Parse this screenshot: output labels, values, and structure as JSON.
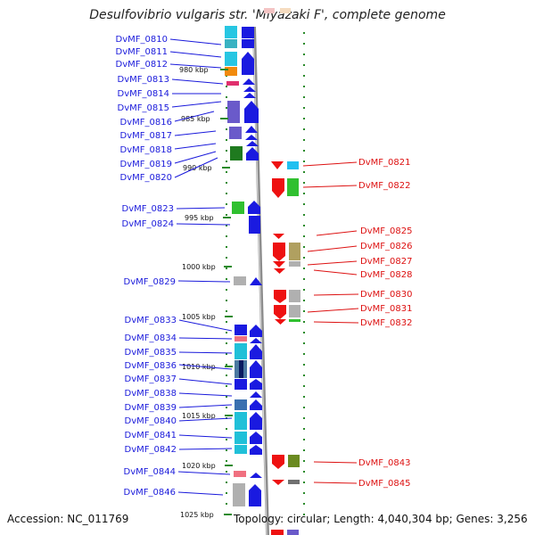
{
  "title": "Desulfovibrio vulgaris str. 'Miyazaki F', complete genome",
  "accession": "Accession: NC_011769",
  "topology": "Topology: circular; Length: 4,040,304 bp; Genes: 3,256",
  "colors": {
    "left_label": "#1a1adb",
    "right_label": "#dd1111",
    "backbone": "#9a9a9a",
    "dots": "#2a8a2a"
  },
  "scale_labels": [
    "980 kbp",
    "985 kbp",
    "990 kbp",
    "995 kbp",
    "1000 kbp",
    "1005 kbp",
    "1010 kbp",
    "1015 kbp",
    "1020 kbp",
    "1025 kbp"
  ],
  "left_genes": [
    "DvMF_0810",
    "DvMF_0811",
    "DvMF_0812",
    "DvMF_0813",
    "DvMF_0814",
    "DvMF_0815",
    "DvMF_0816",
    "DvMF_0817",
    "DvMF_0818",
    "DvMF_0819",
    "DvMF_0820",
    "DvMF_0823",
    "DvMF_0824",
    "DvMF_0829",
    "DvMF_0833",
    "DvMF_0834",
    "DvMF_0835",
    "DvMF_0836",
    "DvMF_0837",
    "DvMF_0838",
    "DvMF_0839",
    "DvMF_0840",
    "DvMF_0841",
    "DvMF_0842",
    "DvMF_0844",
    "DvMF_0846"
  ],
  "right_genes": [
    "DvMF_0821",
    "DvMF_0822",
    "DvMF_0825",
    "DvMF_0826",
    "DvMF_0827",
    "DvMF_0828",
    "DvMF_0830",
    "DvMF_0831",
    "DvMF_0832",
    "DvMF_0843",
    "DvMF_0845"
  ]
}
